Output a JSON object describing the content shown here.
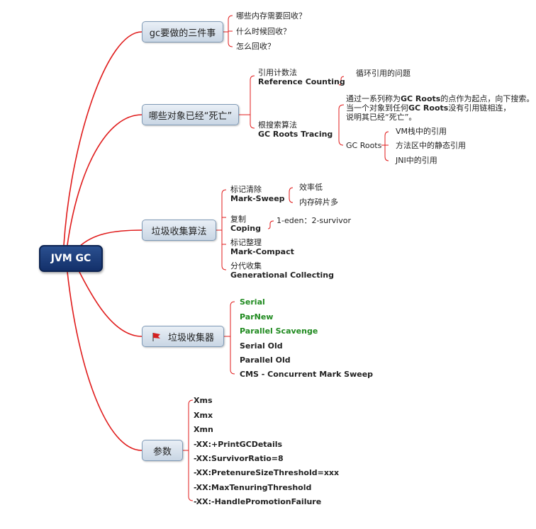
{
  "root": {
    "label": "JVM GC"
  },
  "branches": {
    "gc_three": {
      "label": "gc要做的三件事",
      "items": [
        "哪些内存需要回收？",
        "什么时候回收？",
        "怎么回收？"
      ]
    },
    "dead": {
      "label": "哪些对象已经“死亡”",
      "ref_cn": "引用计数法",
      "ref_en": "Reference Counting",
      "ref_note": "循环引用的问题",
      "roots_cn": "根搜索算法",
      "roots_en": "GC Roots Tracing",
      "desc_l1_a": "通过一系列称为",
      "desc_l1_b": "GC Roots",
      "desc_l1_c": "的点作为起点，向下搜索。",
      "desc_l2_a": "当一个对象到任何",
      "desc_l2_b": "GC Roots",
      "desc_l2_c": "没有引用链相连，",
      "desc_l3": "说明其已经“死亡”。",
      "gc_roots": "GC Roots",
      "gc_roots_items": [
        "VM栈中的引用",
        "方法区中的静态引用",
        "JNI中的引用"
      ]
    },
    "algo": {
      "label": "垃圾收集算法",
      "ms_cn": "标记清除",
      "ms_en": "Mark-Sweep",
      "ms_notes": [
        "效率低",
        "内存碎片多"
      ],
      "cp_cn": "复制",
      "cp_en": "Coping",
      "cp_note": "1-eden：2-survivor",
      "mc_cn": "标记整理",
      "mc_en": "Mark-Compact",
      "gen_cn": "分代收集",
      "gen_en": "Generational Collecting"
    },
    "collectors": {
      "label": "垃圾收集器",
      "flag_color": "#d42020",
      "items": [
        "Serial",
        "ParNew",
        "Parallel Scavenge",
        "Serial Old",
        "Parallel Old",
        "CMS - Concurrent Mark Sweep"
      ],
      "highlight_color": "#1f8a1f"
    },
    "params": {
      "label": "参数",
      "items": [
        "Xms",
        "Xmx",
        "Xmn",
        "-XX:+PrintGCDetails",
        "-XX:SurvivorRatio=8",
        "-XX:PretenureSizeThreshold=xxx",
        "-XX:MaxTenuringThreshold",
        "-XX:-HandlePromotionFailure"
      ]
    }
  },
  "colors": {
    "connector": "#e01b1b",
    "root": "#1a3b78"
  }
}
